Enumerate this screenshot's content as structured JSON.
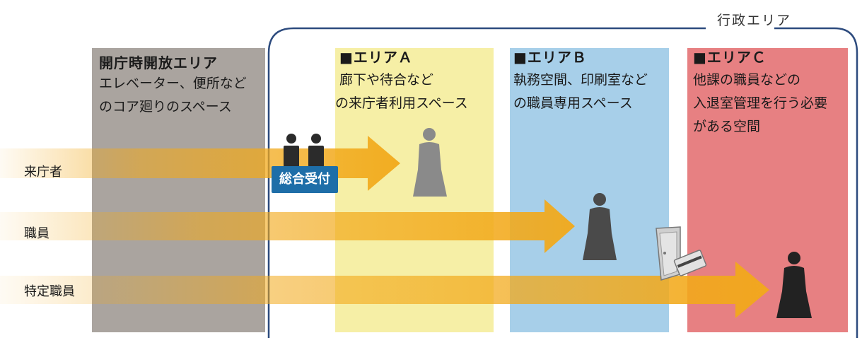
{
  "admin_area": {
    "label": "行政エリア"
  },
  "zones": [
    {
      "id": "open",
      "title": "開庁時開放エリア",
      "desc": [
        "エレベーター、便所など",
        "のコア廻りのスペース"
      ],
      "color": "#aaa49f"
    },
    {
      "id": "a",
      "title": "■エリアＡ",
      "desc": [
        "廊下や待合など",
        "の来庁者利用スペース"
      ],
      "color": "#f6efa6"
    },
    {
      "id": "b",
      "title": "■エリアＢ",
      "desc": [
        "執務空間、印刷室など",
        "の職員専用スペース"
      ],
      "color": "#a7cfe9"
    },
    {
      "id": "c",
      "title": "■エリアＣ",
      "desc": [
        "他課の職員などの",
        "入退室管理を行う必要",
        "がある空間"
      ],
      "color": "#e78082"
    }
  ],
  "rows": [
    {
      "label": "来庁者"
    },
    {
      "label": "職員"
    },
    {
      "label": "特定職員"
    }
  ],
  "reception": {
    "label": "総合受付",
    "color": "#1e6ea8"
  },
  "colors": {
    "arrow": "#f2a91a",
    "admin_border": "#2d4b7e",
    "figure": "#4a4a4a"
  },
  "icons": [
    "person-icon",
    "door-icon",
    "card-icon"
  ]
}
